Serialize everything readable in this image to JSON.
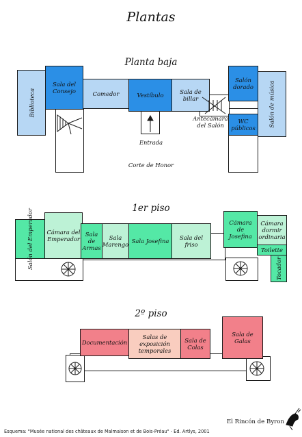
{
  "title": "Plantas",
  "colors": {
    "light_blue": "#b7d7f4",
    "blue": "#2b8fe6",
    "light_green": "#bdf2d6",
    "green": "#54e8a6",
    "light_pink": "#f9cdbf",
    "pink": "#f2808a",
    "outline": "#1a1a1a"
  },
  "ground": {
    "heading": "Planta baja",
    "rooms": {
      "biblioteca": "Biblioteca",
      "sala_consejo": "Sala del Consejo",
      "comedor": "Comedor",
      "vestibulo": "Vestíbulo",
      "sala_billar": "Sala de billar",
      "salon_dorado": "Salón dorado",
      "salon_musica": "Salón de música",
      "wc": "WC públicos"
    },
    "labels": {
      "antecamara": "Antecámara del Salón",
      "entrada": "Entrada",
      "corte": "Corte de Honor"
    }
  },
  "first": {
    "heading": "1er piso",
    "rooms": {
      "salon_emperador": "Salón del Emperador",
      "camara_emperador": "Cámara del Emperador",
      "sala_armas": "Sala de Armas",
      "sala_marengo": "Sala Marengo",
      "sala_josefina": "Sala Josefina",
      "sala_friso": "Sala del friso",
      "camara_josefina": "Cámara de Josefina",
      "camara_dormir": "Cámara dormir ordinaria",
      "toilette": "Toilette",
      "tocador": "Tocador"
    }
  },
  "second": {
    "heading": "2º piso",
    "rooms": {
      "documentacion": "Documentación",
      "salas_exposicion": "Salas de exposición temporales",
      "sala_colas": "Sala de Colas",
      "sala_galas": "Sala de Galas"
    }
  },
  "footer": {
    "credit": "Esquema: \"Musée national des châteaux de Malmaison et de Bois-Préau\" - Ed. Artlys, 2001",
    "brand": "El Rincón de Byron"
  }
}
